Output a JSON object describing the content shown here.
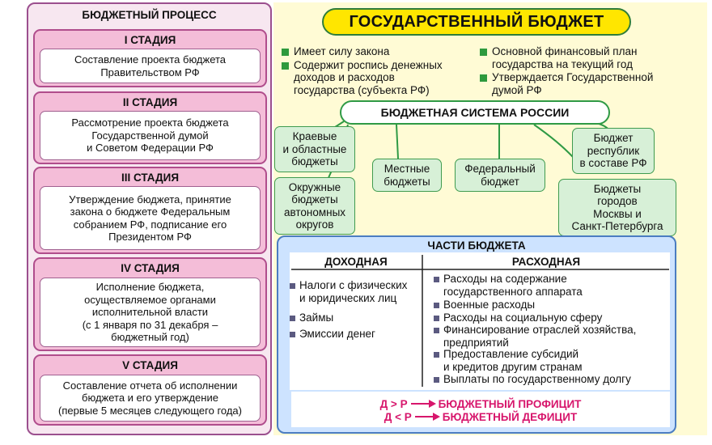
{
  "left": {
    "title": "БЮДЖЕТНЫЙ ПРОЦЕСС",
    "stages": [
      {
        "title": "I СТАДИЯ",
        "lines": [
          "Составление проекта бюджета",
          "Правительством РФ"
        ]
      },
      {
        "title": "II СТАДИЯ",
        "lines": [
          "Рассмотрение проекта бюджета",
          "Государственной думой",
          "и Советом Федерации РФ"
        ]
      },
      {
        "title": "III СТАДИЯ",
        "lines": [
          "Утверждение бюджета, принятие",
          "закона о бюджете Федеральным",
          "собранием РФ, подписание его",
          "Президентом РФ"
        ]
      },
      {
        "title": "IV СТАДИЯ",
        "lines": [
          "Исполнение бюджета,",
          "осуществляемое органами",
          "исполнительной власти",
          "(с 1 января по 31 декабря –",
          "бюджетный год)"
        ]
      },
      {
        "title": "V СТАДИЯ",
        "lines": [
          "Составление отчета об исполнении",
          "бюджета и его утверждение",
          "(первые 5 месяцев следующего года)"
        ]
      }
    ]
  },
  "main": {
    "title": "ГОСУДАРСТВЕННЫЙ БЮДЖЕТ",
    "bullets_left": [
      [
        "Имеет силу закона"
      ],
      [
        "Содержит роспись денежных",
        "доходов и расходов",
        "государства (субъекта РФ)"
      ]
    ],
    "bullets_right": [
      [
        "Основной финансовый план",
        "государства на текущий год"
      ],
      [
        "Утверждается Государственной",
        "думой РФ"
      ]
    ]
  },
  "system": {
    "title": "БЮДЖЕТНАЯ СИСТЕМА РОССИИ",
    "boxes": {
      "regional": [
        "Краевые",
        "и областные",
        "бюджеты"
      ],
      "district": [
        "Окружные",
        "бюджеты",
        "автономных",
        "округов"
      ],
      "local": [
        "Местные",
        "бюджеты"
      ],
      "federal": [
        "Федеральный",
        "бюджет"
      ],
      "republics": [
        "Бюджет",
        "республик",
        "в составе РФ"
      ],
      "cities": [
        "Бюджеты",
        "городов",
        "Москвы и",
        "Санкт-Петербурга"
      ]
    }
  },
  "parts": {
    "title": "ЧАСТИ БЮДЖЕТА",
    "income_header": "ДОХОДНАЯ",
    "expense_header": "РАСХОДНАЯ",
    "income": [
      [
        "Налоги с физических",
        "и юридических лиц"
      ],
      [
        "Займы"
      ],
      [
        "Эмиссии денег"
      ]
    ],
    "expense": [
      [
        "Расходы на содержание",
        "государственного аппарата"
      ],
      [
        "Военные расходы"
      ],
      [
        "Расходы на социальную сферу"
      ],
      [
        "Финансирование отраслей хозяйства,",
        "предприятий"
      ],
      [
        "Предоставление субсидий",
        "и кредитов другим странам"
      ],
      [
        "Выплаты по государственному долгу"
      ]
    ],
    "formulas": [
      {
        "left": "Д > Р",
        "right": "БЮДЖЕТНЫЙ ПРОФИЦИТ"
      },
      {
        "left": "Д < Р",
        "right": "БЮДЖЕТНЫЙ ДЕФИЦИТ"
      }
    ]
  },
  "colors": {
    "left_bg": "#f7e7f0",
    "stage": "#f4bdd8",
    "right_bg": "#fffbd5",
    "title_yellow": "#ffe600",
    "green": "#2e9a3d",
    "green_box": "#d7f0d7",
    "blue_box": "#cde3ff",
    "formula": "#d7166c"
  }
}
